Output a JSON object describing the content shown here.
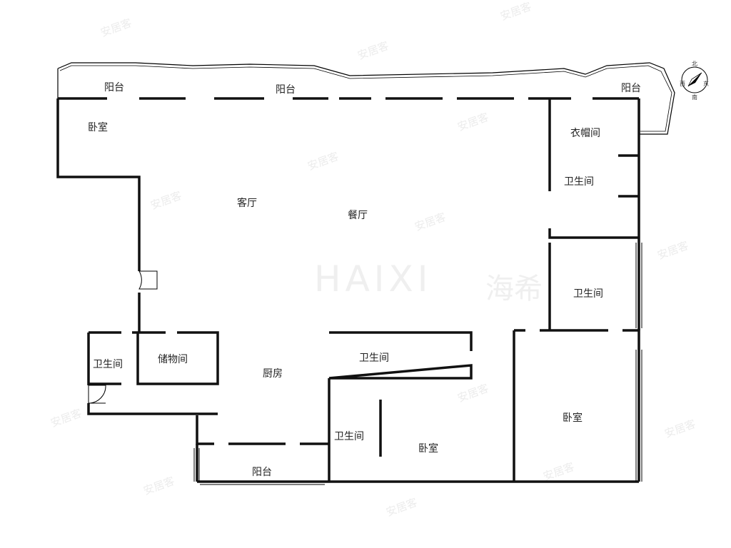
{
  "watermark": {
    "brand": "HAIXI",
    "logo_mark": "海希",
    "tile": "安居客"
  },
  "compass": {
    "north": "北",
    "south": "南",
    "east": "东",
    "west": "西"
  },
  "rooms": {
    "balcony_top_left": "阳台",
    "balcony_top_mid": "阳台",
    "balcony_top_right": "阳台",
    "bedroom_nw": "卧室",
    "living_room": "客厅",
    "dining_room": "餐厅",
    "cloakroom": "衣帽间",
    "bathroom_ne": "卫生间",
    "bathroom_e": "卫生间",
    "bathroom_w": "卫生间",
    "storage": "储物间",
    "kitchen": "厨房",
    "bathroom_center": "卫生间",
    "bathroom_south": "卫生间",
    "bedroom_south": "卧室",
    "bedroom_se": "卧室",
    "balcony_bottom": "阳台"
  }
}
